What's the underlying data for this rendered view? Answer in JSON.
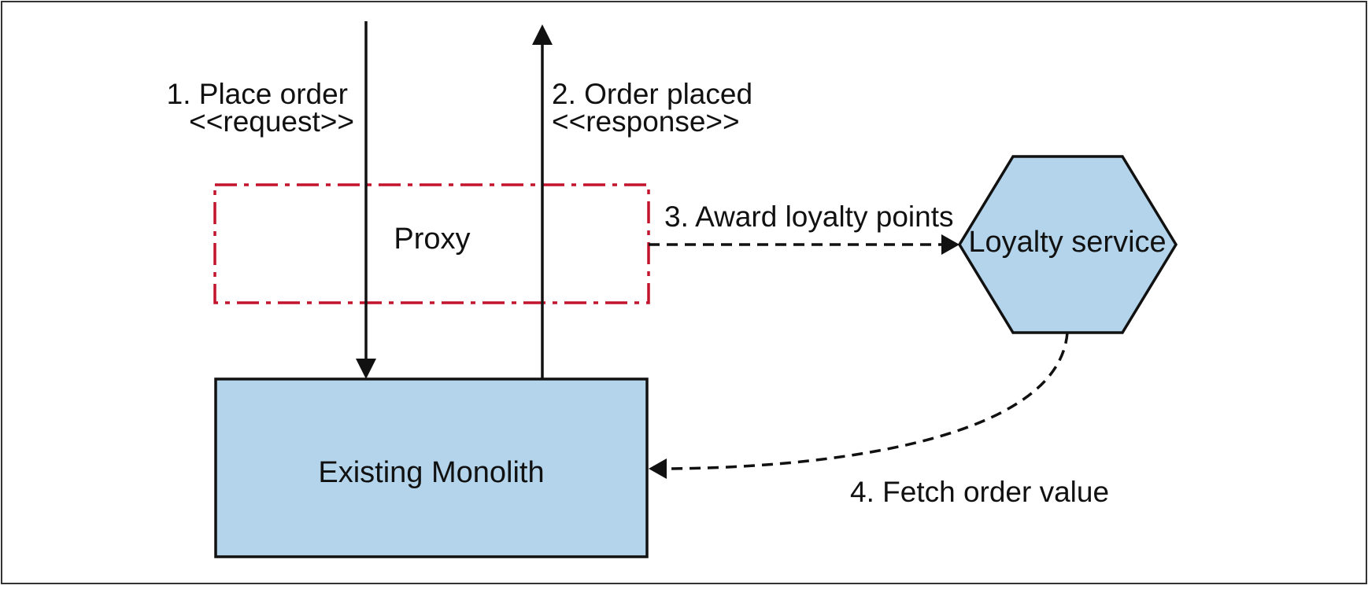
{
  "diagram": {
    "colors": {
      "box_fill": "#b3d4ea",
      "stroke": "#111111",
      "proxy_border": "#c3142d",
      "frame": "#333333"
    },
    "nodes": {
      "proxy": {
        "label": "Proxy"
      },
      "monolith": {
        "label": "Existing Monolith"
      },
      "loyalty": {
        "label": "Loyalty service"
      }
    },
    "edges": {
      "request": {
        "line1": "1. Place order",
        "line2": "<<request>>"
      },
      "response": {
        "line1": "2. Order placed",
        "line2": "<<response>>"
      },
      "award": {
        "label": "3. Award loyalty points"
      },
      "fetch": {
        "label": "4. Fetch order value"
      }
    }
  }
}
